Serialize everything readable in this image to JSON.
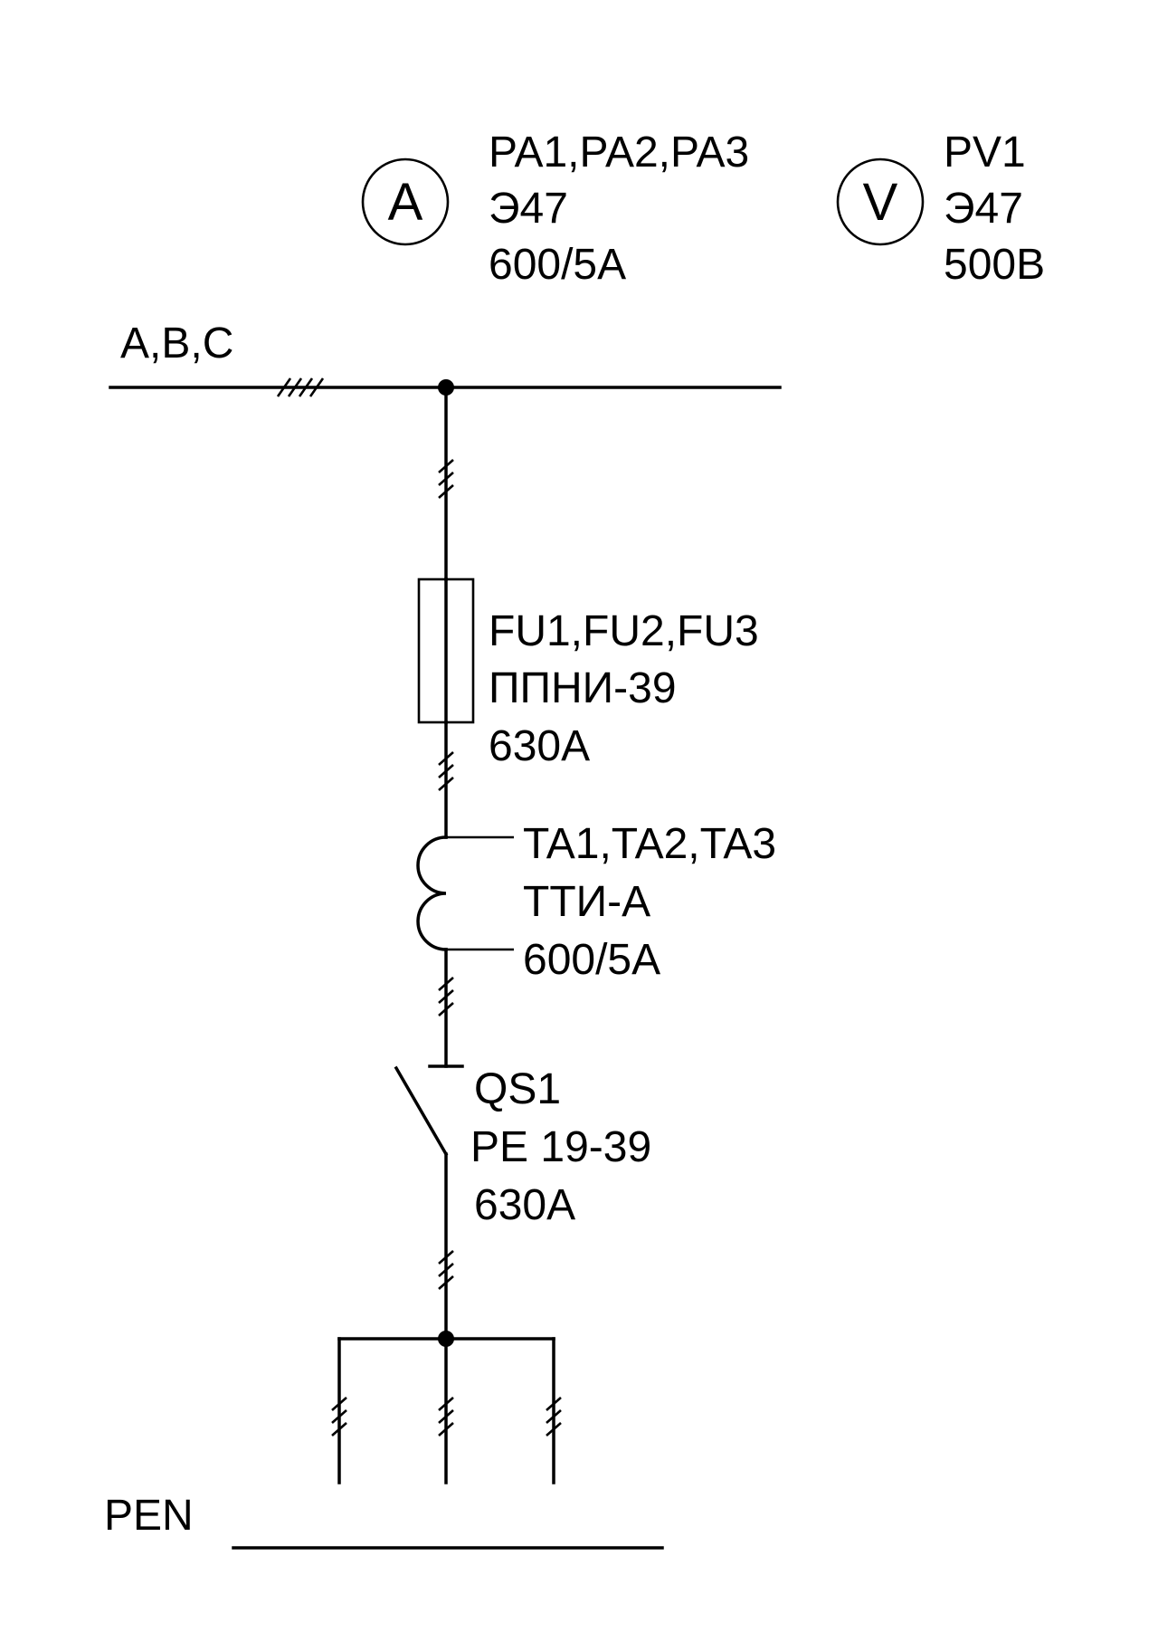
{
  "ammeter": {
    "symbol": "A",
    "designation": "PA1,PA2,PA3",
    "type": "Э47",
    "rating": "600/5A"
  },
  "voltmeter": {
    "symbol": "V",
    "designation": "PV1",
    "type": "Э47",
    "rating": "500B"
  },
  "bus": {
    "label": "A,B,C"
  },
  "fuse": {
    "designation": "FU1,FU2,FU3",
    "type": "ППНИ-39",
    "rating": "630A"
  },
  "current_transformer": {
    "designation": "TA1,TA2,TA3",
    "type": "ТТИ-А",
    "rating": "600/5A"
  },
  "switch": {
    "designation": "QS1",
    "type": "PE 19-39",
    "rating": "630A"
  },
  "neutral": {
    "label": "PEN"
  },
  "colors": {
    "ink": "#000000",
    "background": "#ffffff"
  }
}
